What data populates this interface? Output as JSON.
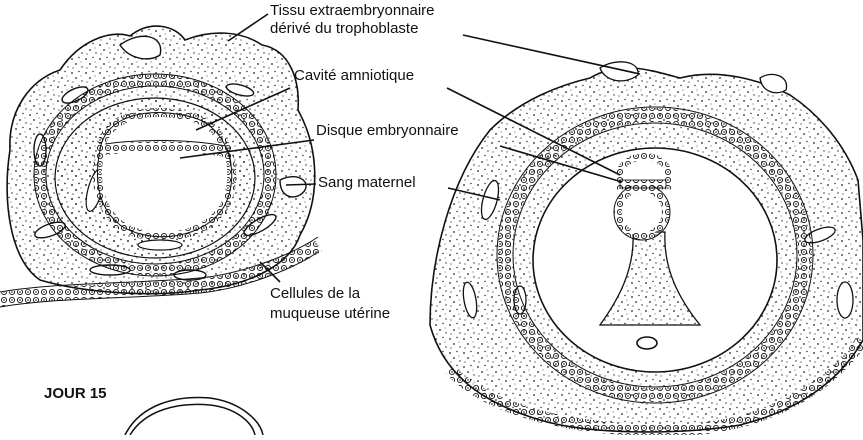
{
  "labels": {
    "tissu_line1": "Tissu extraembryonnaire",
    "tissu_line2": "dérivé du trophoblaste",
    "cavite": "Cavité amniotique",
    "disque": "Disque embryonnaire",
    "sang": "Sang maternel",
    "cellules_line1": "Cellules de la",
    "cellules_line2": "muqueuse utérine",
    "day": "JOUR 15"
  },
  "colors": {
    "ink": "#111111",
    "paper": "#ffffff"
  }
}
